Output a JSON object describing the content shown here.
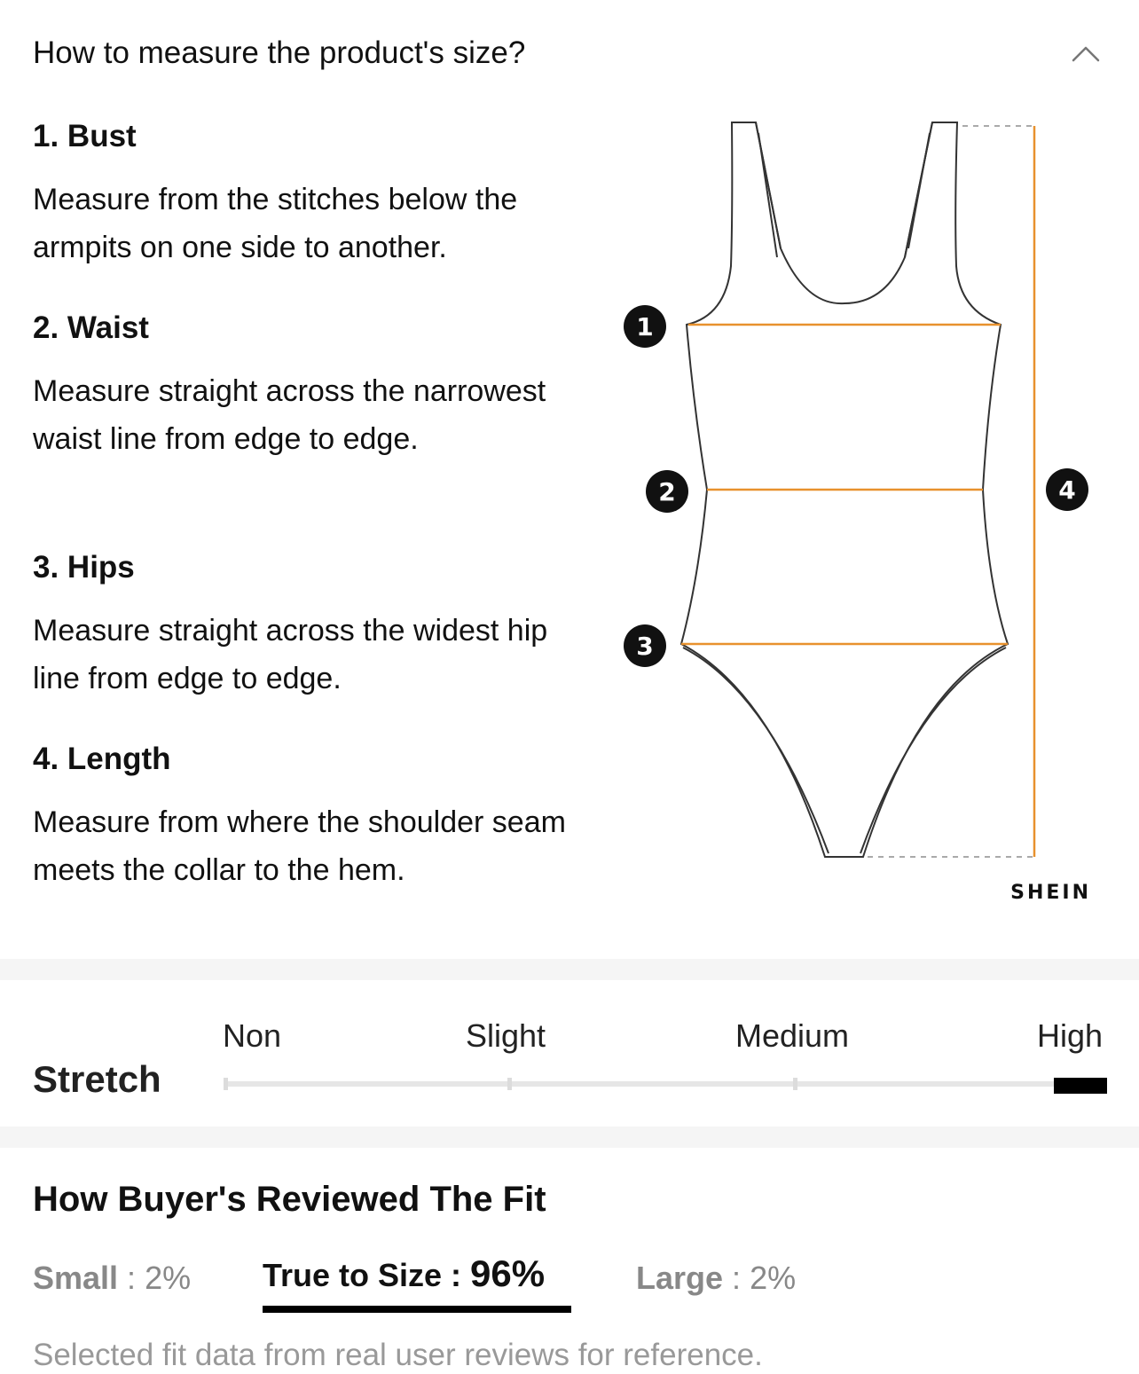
{
  "header": {
    "title": "How to measure the product's size?",
    "toggle_icon": "chevron-up-icon"
  },
  "measurements": [
    {
      "title": "1. Bust",
      "description": "Measure from the stitches below the armpits on one side to another."
    },
    {
      "title": "2. Waist",
      "description": "Measure straight across the narrowest waist line from edge to edge."
    },
    {
      "title": "3. Hips",
      "description": "Measure straight across the widest hip line from edge to edge."
    },
    {
      "title": "4. Length",
      "description": "Measure from where the shoulder seam meets the collar to the hem."
    }
  ],
  "diagram": {
    "markers": [
      "1",
      "2",
      "3",
      "4"
    ],
    "brand": "SHEIN",
    "line_color": "#e8912d"
  },
  "stretch": {
    "label": "Stretch",
    "levels": [
      "Non",
      "Slight",
      "Medium",
      "High"
    ],
    "selected": "High",
    "level_fraction": 1.0
  },
  "fit": {
    "title": "How Buyer's Reviewed The Fit",
    "items": [
      {
        "label": "Small",
        "value": "2%"
      },
      {
        "label": "True to Size",
        "value": "96%"
      },
      {
        "label": "Large",
        "value": "2%"
      }
    ],
    "separator": " : ",
    "active_index": 1,
    "note": "Selected fit data from real user reviews for reference."
  }
}
